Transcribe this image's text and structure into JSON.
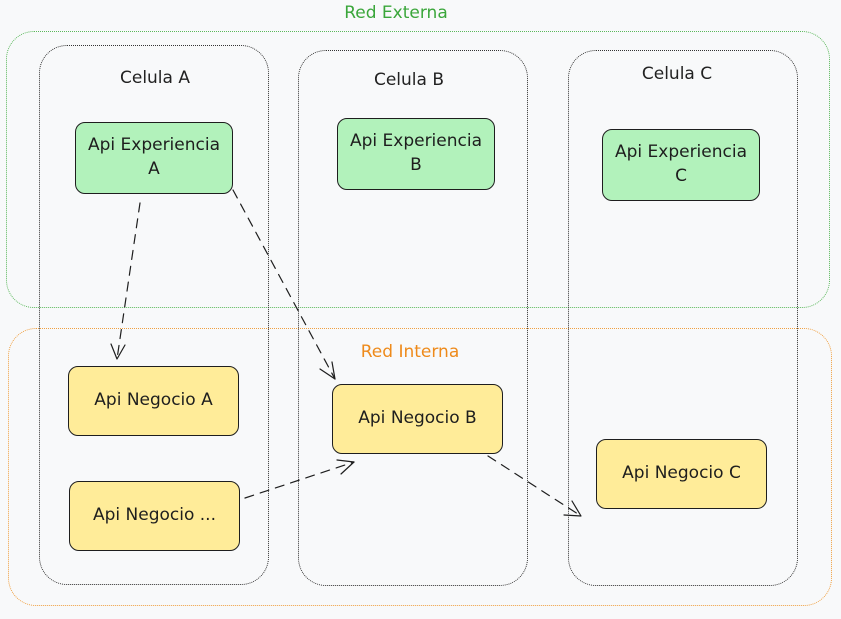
{
  "zones": {
    "external": "Red Externa",
    "internal": "Red Interna"
  },
  "cells": [
    {
      "label": "Celula A"
    },
    {
      "label": "Celula B"
    },
    {
      "label": "Celula C"
    }
  ],
  "nodes": {
    "exp_a": "Api Experiencia A",
    "exp_b": "Api Experiencia B",
    "exp_c": "Api Experiencia C",
    "neg_a": "Api Negocio A",
    "neg_etc": "Api Negocio ...",
    "neg_b": "Api Negocio B",
    "neg_c": "Api Negocio C"
  },
  "edges": [
    {
      "from": "Api Experiencia A",
      "to": "Api Negocio A"
    },
    {
      "from": "Api Experiencia A",
      "to": "Api Negocio B"
    },
    {
      "from": "Api Negocio ...",
      "to": "Api Negocio B"
    },
    {
      "from": "Api Negocio B",
      "to": "Api Negocio C"
    }
  ],
  "colors": {
    "background": "#f8f9fa",
    "external_zone": "#5bb85b",
    "internal_zone": "#f0a040",
    "experience_fill": "#b2f2bb",
    "business_fill": "#ffec99",
    "stroke": "#1e1e1e"
  }
}
